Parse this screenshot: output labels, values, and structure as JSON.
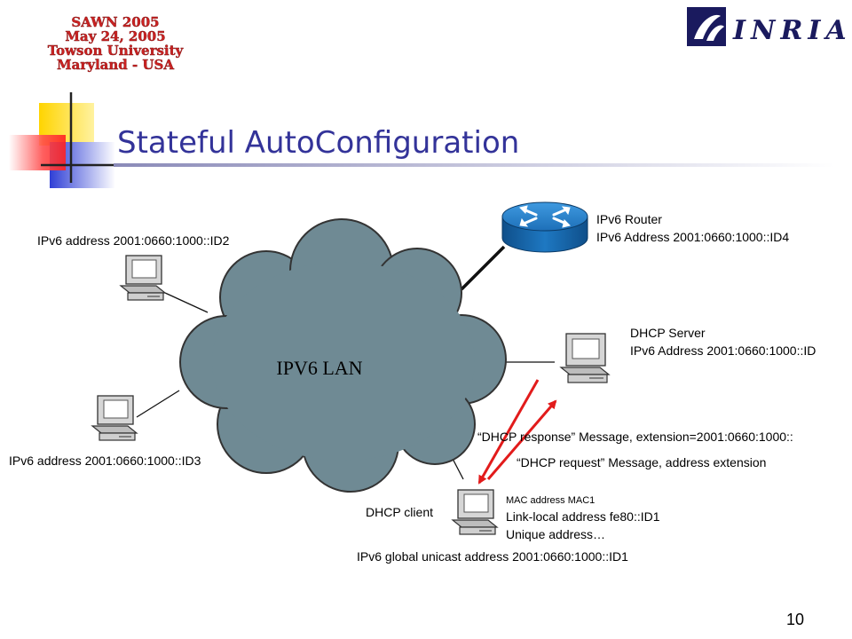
{
  "header": {
    "conference": [
      "SAWN 2005",
      "May 24, 2005",
      "Towson University",
      "Maryland - USA"
    ],
    "logo_text": "INRIA"
  },
  "slide": {
    "title": "Stateful AutoConfiguration",
    "page_number": "10"
  },
  "diagram": {
    "lan_label": "IPV6 LAN",
    "router": {
      "name": "IPv6 Router",
      "address": "IPv6 Address 2001:0660:1000::ID4"
    },
    "dhcp_server": {
      "name": "DHCP Server",
      "address": "IPv6 Address 2001:0660:1000::ID"
    },
    "host_top_left": {
      "address": "IPv6 address 2001:0660:1000::ID2"
    },
    "host_bottom_left": {
      "address": "IPv6 address 2001:0660:1000::ID3"
    },
    "dhcp_client": {
      "name": "DHCP client",
      "mac": "MAC address MAC1",
      "link_local": "Link-local address fe80::ID1",
      "unique": "Unique address…",
      "global": "IPv6 global unicast address 2001:0660:1000::ID1"
    },
    "messages": {
      "response": "“DHCP response” Message, extension=2001:0660:1000::",
      "request": "“DHCP request” Message, address extension"
    }
  },
  "colors": {
    "title": "#333399",
    "cloud": "#6f8a94",
    "arrows": "#e21b1b",
    "banner": "#cc2222"
  }
}
